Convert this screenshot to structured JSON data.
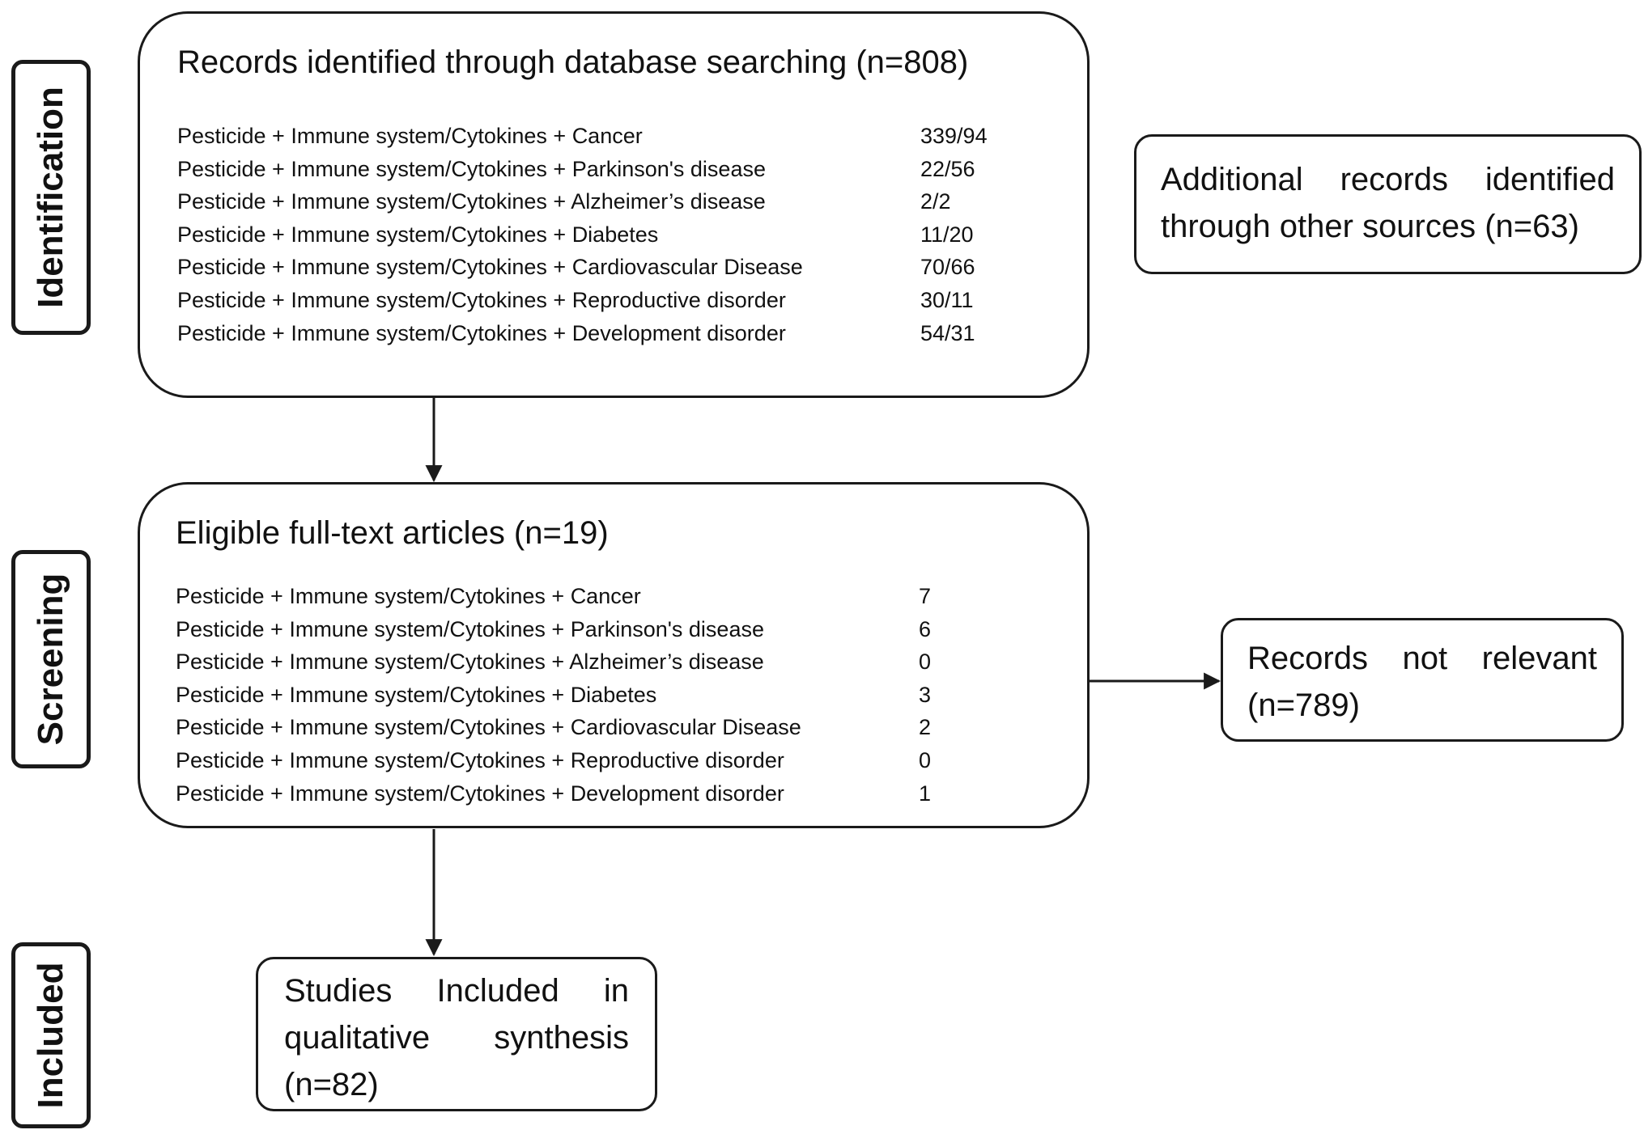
{
  "stages": {
    "identification": "Identification",
    "screening": "Screening",
    "included": "Included"
  },
  "identified": {
    "title": "Records identified through database searching (n=808)",
    "rows": [
      {
        "label": "Pesticide + Immune system/Cytokines + Cancer",
        "value": "339/94"
      },
      {
        "label": "Pesticide + Immune system/Cytokines + Parkinson's disease",
        "value": "22/56"
      },
      {
        "label": "Pesticide + Immune system/Cytokines + Alzheimer’s disease",
        "value": "2/2"
      },
      {
        "label": "Pesticide + Immune system/Cytokines + Diabetes",
        "value": "11/20"
      },
      {
        "label": "Pesticide + Immune system/Cytokines + Cardiovascular Disease",
        "value": "70/66"
      },
      {
        "label": "Pesticide + Immune system/Cytokines + Reproductive disorder",
        "value": "30/11"
      },
      {
        "label": "Pesticide + Immune system/Cytokines + Development disorder",
        "value": "54/31"
      }
    ]
  },
  "additional": {
    "text": "Additional records identified through other sources (n=63)"
  },
  "eligible": {
    "title": "Eligible  full-text articles (n=19)",
    "rows": [
      {
        "label": "Pesticide + Immune system/Cytokines + Cancer",
        "value": "7"
      },
      {
        "label": "Pesticide + Immune system/Cytokines + Parkinson's disease",
        "value": "6"
      },
      {
        "label": "Pesticide + Immune system/Cytokines + Alzheimer’s disease",
        "value": "0"
      },
      {
        "label": "Pesticide + Immune system/Cytokines + Diabetes",
        "value": "3"
      },
      {
        "label": "Pesticide + Immune system/Cytokines + Cardiovascular Disease",
        "value": "2"
      },
      {
        "label": "Pesticide + Immune system/Cytokines + Reproductive disorder",
        "value": "0"
      },
      {
        "label": "Pesticide + Immune system/Cytokines + Development disorder",
        "value": "1"
      }
    ]
  },
  "not_relevant": {
    "text": "Records not relevant (n=789)"
  },
  "included": {
    "text": "Studies Included in qualitative synthesis (n=82)"
  }
}
